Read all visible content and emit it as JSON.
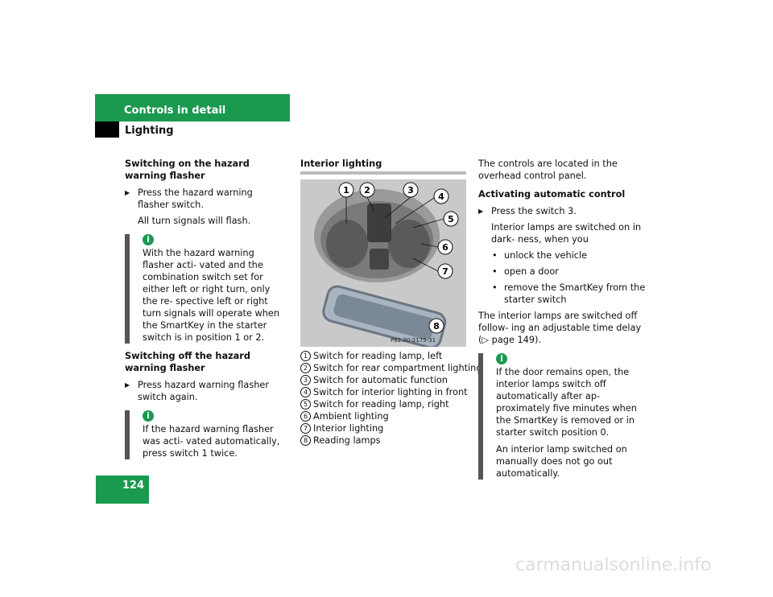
{
  "header": {
    "section": "Controls in detail",
    "subsection": "Lighting"
  },
  "page_number": "124",
  "col1": {
    "heading1": "Switching on the hazard warning flasher",
    "step1": "Press the hazard warning flasher switch.",
    "result1": "All turn signals will flash.",
    "note1": "With the hazard warning flasher acti- vated and the combination switch set for either left or right turn, only the re- spective left or right turn signals will operate when the SmartKey in the starter switch is in position 1 or 2.",
    "heading2": "Switching off the hazard warning flasher",
    "step2": "Press hazard warning flasher switch again.",
    "note2": "If the hazard warning flasher was acti- vated automatically, press switch 1 twice."
  },
  "col2": {
    "heading": "Interior lighting",
    "image_caption": "P82.00-2175-31",
    "callouts": [
      "1",
      "2",
      "3",
      "4",
      "5",
      "6",
      "7",
      "8"
    ],
    "legend": [
      {
        "n": "1",
        "text": "Switch for reading lamp, left"
      },
      {
        "n": "2",
        "text": "Switch for rear compartment lighting"
      },
      {
        "n": "3",
        "text": "Switch for automatic function"
      },
      {
        "n": "4",
        "text": "Switch for interior lighting in front"
      },
      {
        "n": "5",
        "text": "Switch for reading lamp, right"
      },
      {
        "n": "6",
        "text": "Ambient lighting"
      },
      {
        "n": "7",
        "text": "Interior lighting"
      },
      {
        "n": "8",
        "text": "Reading lamps"
      }
    ]
  },
  "col3": {
    "intro": "The controls are located in the overhead control panel.",
    "heading": "Activating automatic control",
    "step": "Press the switch 3.",
    "step_result": "Interior lamps are switched on in dark- ness, when you",
    "bullets": [
      "unlock the vehicle",
      "open a door",
      "remove the SmartKey from the starter switch"
    ],
    "after": "The interior lamps are switched off follow- ing an adjustable time delay (▷ page 149).",
    "note_p1": "If the door remains open, the interior lamps switch off automatically after ap- proximately five minutes when the SmartKey is removed or in starter switch position 0.",
    "note_p2": "An interior lamp switched on manually does not go out automatically."
  },
  "watermark": "carmanualsonline.info"
}
